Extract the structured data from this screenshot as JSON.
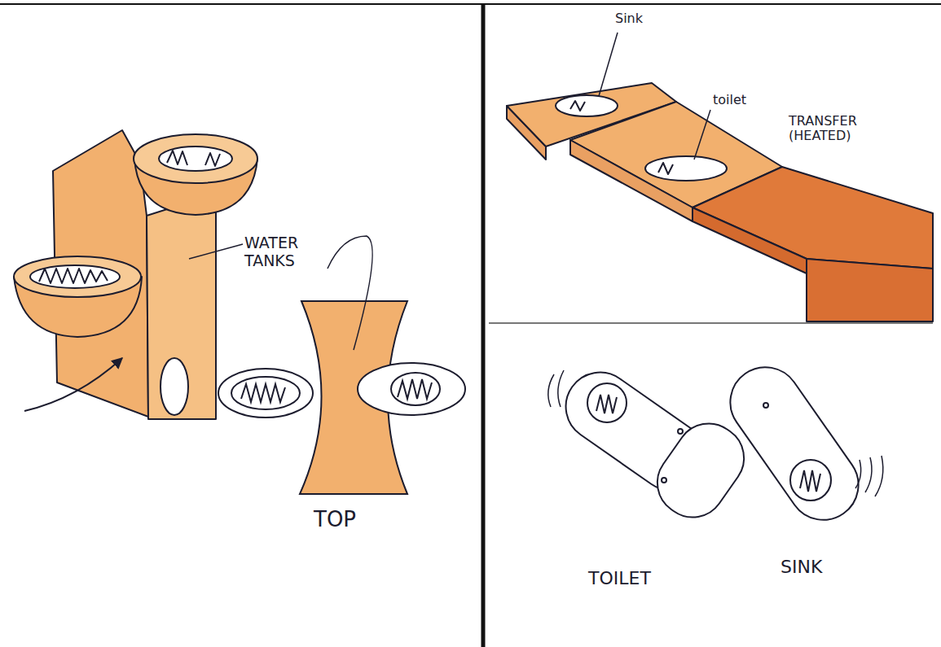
{
  "diagram": {
    "labels": [
      "WATER TANKS",
      "TOP",
      "Sink",
      "toilet",
      "TRANSFER (HEATED)",
      "TOILET",
      "SINK"
    ]
  }
}
